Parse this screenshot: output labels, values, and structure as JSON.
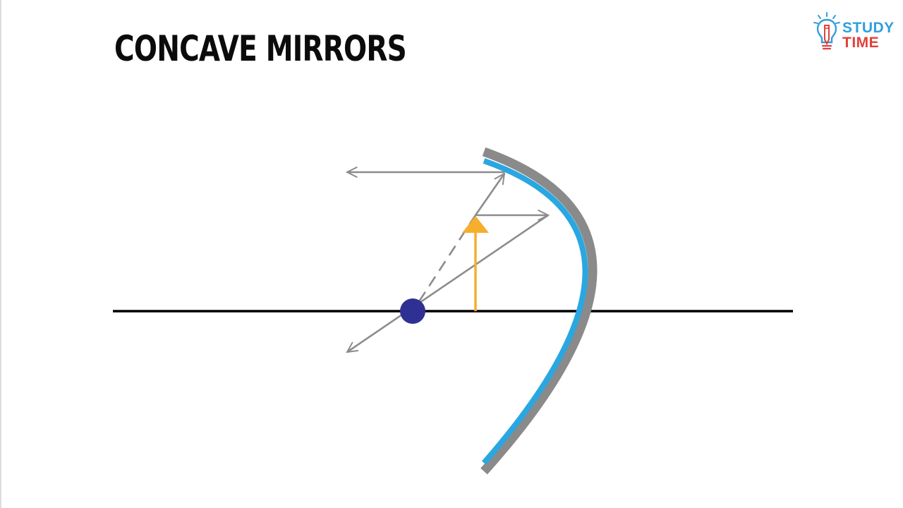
{
  "title": "CONCAVE MIRRORS",
  "logo": {
    "line1": "STUDY",
    "line2": "TIME",
    "icon": "lightbulb-pencil-icon",
    "colors": {
      "study": "#2f9fdd",
      "time": "#e0413c"
    }
  },
  "diagram": {
    "components": [
      "principal-axis",
      "concave-mirror",
      "center-of-curvature-point",
      "object-arrow",
      "light-rays"
    ],
    "colors": {
      "axis": "#000000",
      "mirror_back": "#8a8a8a",
      "mirror_surface": "#2aa7e1",
      "center_point": "#2e3192",
      "object_arrow": "#f6ae2d",
      "rays": "#8c8c8c"
    }
  }
}
